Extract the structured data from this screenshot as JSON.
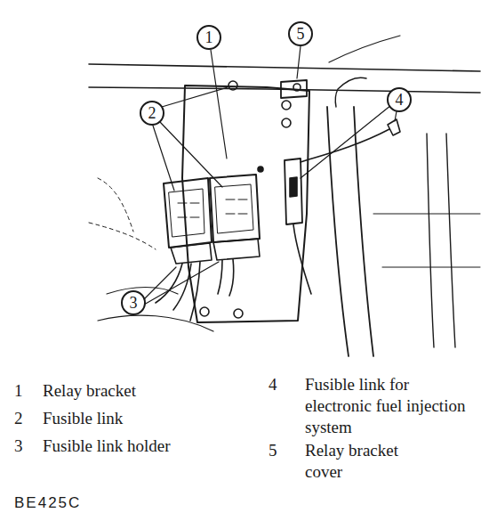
{
  "diagram": {
    "nodes": [
      {
        "text": [
          "1"
        ]
      },
      {
        "text": [
          "5"
        ]
      },
      {
        "text": [
          "4"
        ]
      },
      {
        "text": [
          "2"
        ]
      },
      {
        "text": [
          "3"
        ]
      }
    ],
    "labels": [
      "1",
      "Relay bracket",
      "2",
      "Fusible link",
      "3",
      "Fusible link holder",
      "4",
      "Fusible link for electronic fuel injection system",
      "5",
      "Relay bracket cover",
      "BE425C"
    ]
  }
}
